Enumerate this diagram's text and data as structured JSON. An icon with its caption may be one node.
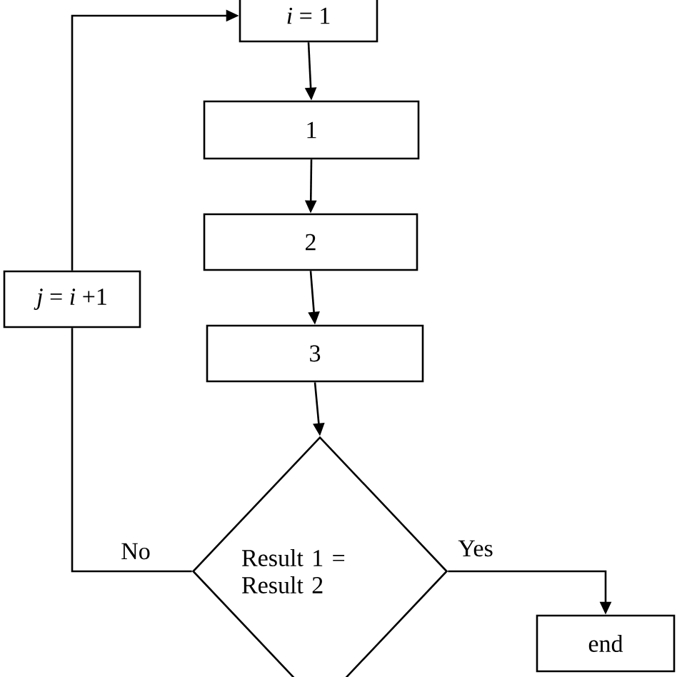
{
  "diagram": {
    "nodes": [
      {
        "text": [
          "*i* = 1"
        ]
      },
      {
        "text": [
          "1"
        ]
      },
      {
        "text": [
          "2"
        ]
      },
      {
        "text": [
          "3"
        ]
      },
      {
        "text": [
          "Result 1 = Result 2"
        ]
      },
      {
        "text": [
          "*j* = *i* +1"
        ]
      },
      {
        "text": [
          "end"
        ]
      }
    ],
    "edges": [
      {
        "from": 0,
        "to": 1,
        "arrow": "to"
      },
      {
        "from": 1,
        "to": 2,
        "arrow": "to"
      },
      {
        "from": 2,
        "to": 3,
        "arrow": "to"
      },
      {
        "from": 3,
        "to": 4,
        "arrow": "to"
      },
      {
        "from": 4,
        "to": 5,
        "arrow": "none",
        "label": "No"
      },
      {
        "from": 5,
        "to": 0,
        "arrow": "to"
      },
      {
        "from": 4,
        "to": 6,
        "arrow": "to",
        "label": "Yes"
      }
    ]
  }
}
